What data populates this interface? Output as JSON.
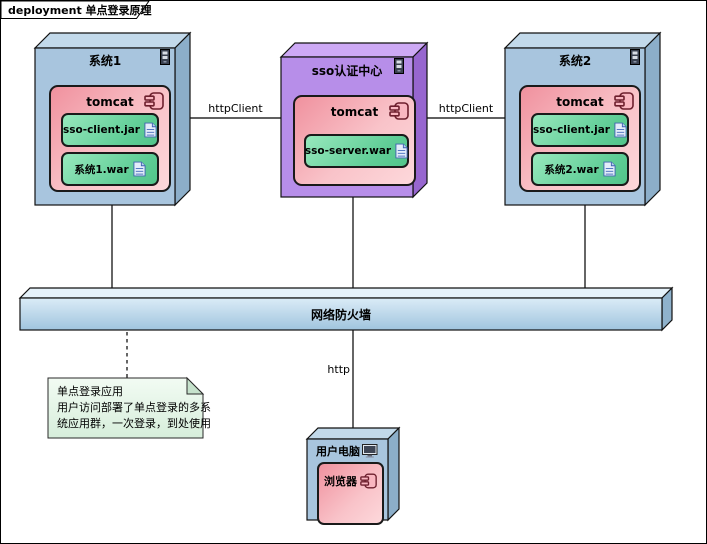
{
  "frame": {
    "title": "deployment 单点登录原理"
  },
  "nodes": {
    "system1": {
      "title": "系统1",
      "container": {
        "label": "tomcat",
        "artifacts": [
          "sso-client.jar",
          "系统1.war"
        ]
      }
    },
    "sso_center": {
      "title": "sso认证中心",
      "container": {
        "label": "tomcat",
        "artifacts": [
          "sso-server.war"
        ]
      }
    },
    "system2": {
      "title": "系统2",
      "container": {
        "label": "tomcat",
        "artifacts": [
          "sso-client.jar",
          "系统2.war"
        ]
      }
    },
    "firewall": {
      "label": "网络防火墙"
    },
    "user_pc": {
      "title": "用户电脑",
      "component": "浏览器"
    }
  },
  "links": {
    "system1_sso": "httpClient",
    "sso_system2": "httpClient",
    "firewall_userpc": "http"
  },
  "note": {
    "lines": [
      "单点登录应用",
      "用户访问部署了单点登录的多系",
      "统应用群，一次登录，到处使用"
    ]
  },
  "colors": {
    "node_blue": "#a8c5de",
    "node_purple": "#b78ee9",
    "container_pink": "#f0919e",
    "artifact_green": "#5fcd96",
    "firewall_blue": "#bcd8ec",
    "note_green": "#e6f7e9"
  }
}
